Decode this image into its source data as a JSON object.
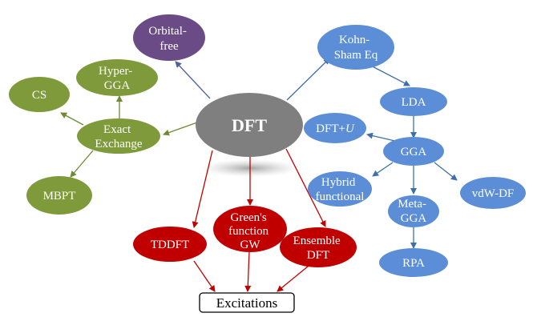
{
  "colors": {
    "purple": "#6B4B86",
    "blue": "#5B8ED6",
    "green": "#7E9A3A",
    "red": "#C00000",
    "grey": "#7F7F7F",
    "purple_arrow": "#4F5F9E",
    "blue_arrow": "#3F6FA8",
    "green_arrow": "#6E8A32",
    "red_arrow": "#C00000"
  },
  "nodes": {
    "dft": "DFT",
    "orbital_free": [
      "Orbital-",
      "free"
    ],
    "kohn_sham": [
      "Kohn-",
      "Sham Eq"
    ],
    "lda": "LDA",
    "dft_u": [
      "DFT+",
      "U"
    ],
    "gga": "GGA",
    "hybrid": [
      "Hybrid",
      "functional"
    ],
    "meta_gga": [
      "Meta-",
      "GGA"
    ],
    "vdw_df": "vdW-DF",
    "rpa": "RPA",
    "hyper_gga": [
      "Hyper-",
      "GGA"
    ],
    "cs": "CS",
    "exact_exchange": [
      "Exact",
      "Exchange"
    ],
    "mbpt": "MBPT",
    "tddft": "TDDFT",
    "greens": [
      "Green's",
      "function",
      "GW"
    ],
    "ensemble": [
      "Ensemble",
      "DFT"
    ],
    "excitations": "Excitations"
  }
}
